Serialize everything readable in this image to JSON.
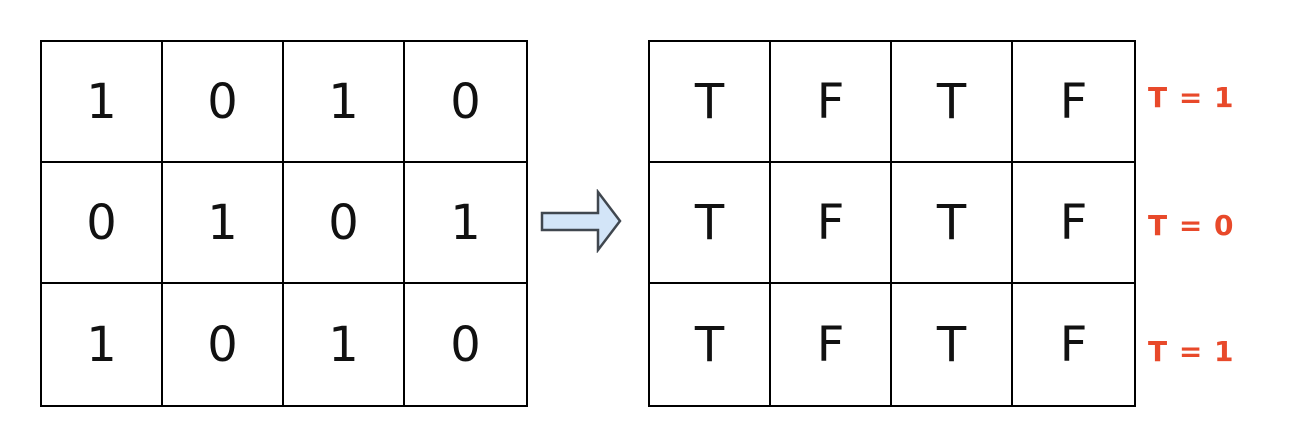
{
  "left_grid": {
    "rows": [
      [
        "1",
        "0",
        "1",
        "0"
      ],
      [
        "0",
        "1",
        "0",
        "1"
      ],
      [
        "1",
        "0",
        "1",
        "0"
      ]
    ]
  },
  "right_grid": {
    "rows": [
      [
        "T",
        "F",
        "T",
        "F"
      ],
      [
        "T",
        "F",
        "T",
        "F"
      ],
      [
        "T",
        "F",
        "T",
        "F"
      ]
    ]
  },
  "row_labels": [
    "T = 1",
    "T = 0",
    "T = 1"
  ],
  "arrow": {
    "icon": "block-arrow-right"
  },
  "colors": {
    "annotation_red": "#E8492A",
    "arrow_fill": "#D3E5F8",
    "arrow_stroke": "#40474F",
    "grid_line": "#000000",
    "cell_text": "#111111",
    "background": "#FFFFFF"
  }
}
